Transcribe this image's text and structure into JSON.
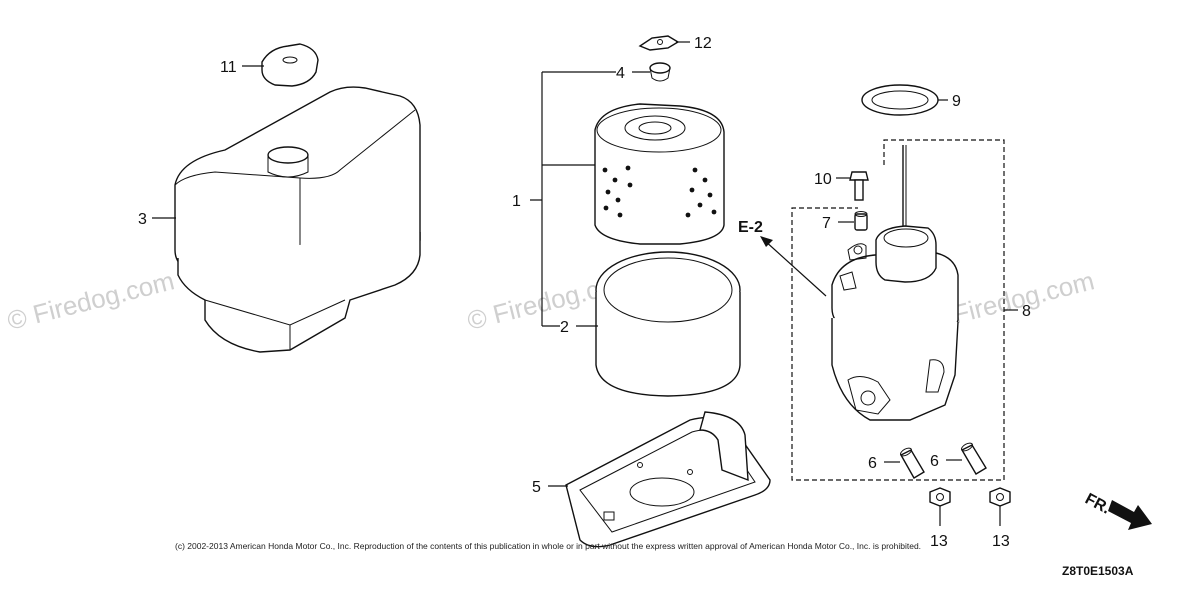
{
  "labels": {
    "p1": "1",
    "p2": "2",
    "p3": "3",
    "p4": "4",
    "p5": "5",
    "p6a": "6",
    "p6b": "6",
    "p7": "7",
    "p8": "8",
    "p9": "9",
    "p10": "10",
    "p11": "11",
    "p12": "12",
    "p13a": "13",
    "p13b": "13",
    "ref": "E-2"
  },
  "watermark": "© Firedog.com",
  "copyright": "(c) 2002-2013 American Honda Motor Co., Inc. Reproduction of the contents of this publication in whole or in part without the express written approval of American Honda Motor Co., Inc. is prohibited.",
  "direction": "FR.",
  "diagram_code": "Z8T0E1503A"
}
